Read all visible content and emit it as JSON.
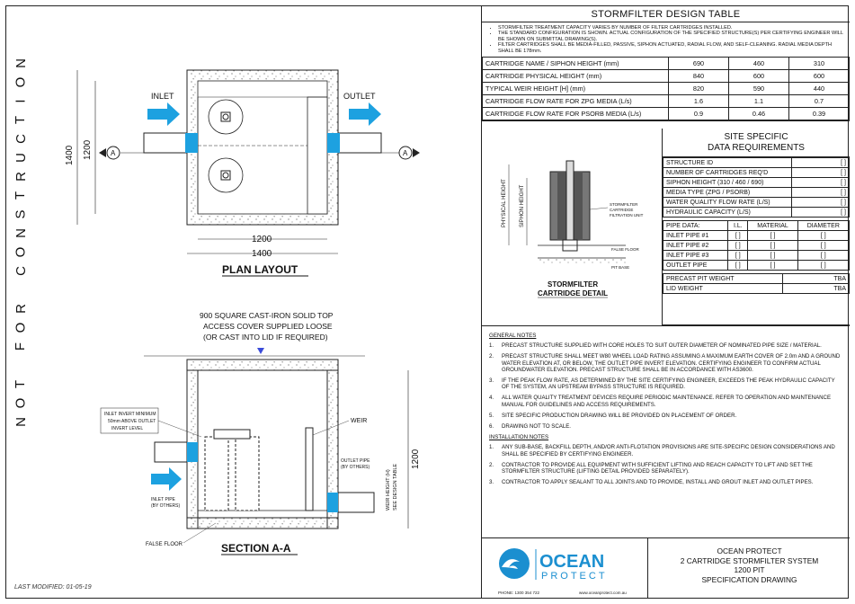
{
  "side_text": [
    "N",
    "O",
    "T",
    " ",
    "F",
    "O",
    "R",
    " ",
    "C",
    "O",
    "N",
    "S",
    "T",
    "R",
    "U",
    "C",
    "T",
    "I",
    "O",
    "N"
  ],
  "last_modified": "LAST MODIFIED: 01-05-19",
  "plan": {
    "inlet": "INLET",
    "outlet": "OUTLET",
    "dim_1400_v": "1400",
    "dim_1200_v": "1200",
    "dim_1200_h": "1200",
    "dim_1400_h": "1400",
    "section_marker": "A",
    "title": "PLAN LAYOUT"
  },
  "section": {
    "cover_note_1": "900 SQUARE CAST-IRON SOLID TOP",
    "cover_note_2": "ACCESS COVER SUPPLIED LOOSE",
    "cover_note_3": "(OR CAST INTO LID IF REQUIRED)",
    "inlet_invert_1": "INLET INVERT MINIMUM",
    "inlet_invert_2": "50mm ABOVE OUTLET",
    "inlet_invert_3": "INVERT LEVEL",
    "weir": "WEIR",
    "outlet_pipe_1": "OUTLET PIPE",
    "outlet_pipe_2": "(BY OTHERS)",
    "inlet_pipe_1": "INLET PIPE",
    "inlet_pipe_2": "(BY OTHERS)",
    "weir_height_1": "WEIR HEIGHT (H)",
    "weir_height_2": "SEE DESIGN TABLE",
    "dim_1200": "1200",
    "false_floor": "FALSE FLOOR",
    "title": "SECTION A-A"
  },
  "design_table": {
    "title": "STORMFILTER DESIGN TABLE",
    "notes": [
      "STORMFILTER TREATMENT CAPACITY VARIES BY NUMBER OF FILTER CARTRIDGES INSTALLED.",
      "THE STANDARD CONFIGURATION IS SHOWN.  ACTUAL CONFIGURATION OF THE SPECIFIED STRUCTURE(S) PER CERTIFYING ENGINEER WILL BE SHOWN ON SUBMITTAL DRAWING(S).",
      "FILTER CARTRIDGES SHALL BE MEDIA-FILLED, PASSIVE, SIPHON ACTUATED, RADIAL FLOW, AND SELF-CLEANING. RADIAL MEDIA DEPTH SHALL BE 178mm."
    ],
    "rows": [
      {
        "label": "CARTRIDGE NAME / SIPHON HEIGHT (mm)",
        "v1": "690",
        "v2": "460",
        "v3": "310"
      },
      {
        "label": "CARTRIDGE PHYSICAL HEIGHT (mm)",
        "v1": "840",
        "v2": "600",
        "v3": "600"
      },
      {
        "label": "TYPICAL WEIR HEIGHT [H] (mm)",
        "v1": "820",
        "v2": "590",
        "v3": "440"
      },
      {
        "label": "CARTRIDGE FLOW RATE FOR ZPG MEDIA (L/s)",
        "v1": "1.6",
        "v2": "1.1",
        "v3": "0.7"
      },
      {
        "label": "CARTRIDGE FLOW RATE FOR PSORB MEDIA (L/s)",
        "v1": "0.9",
        "v2": "0.46",
        "v3": "0.39"
      }
    ]
  },
  "cartridge": {
    "physical_height": "PHYSICAL HEIGHT",
    "siphon_height": "SIPHON HEIGHT",
    "unit_1": "STORMFILTER",
    "unit_2": "CARTRIDGE",
    "unit_3": "FILTRATION UNIT",
    "false_floor": "FALSE FLOOR",
    "pit_base": "PIT BASE",
    "title_1": "STORMFILTER",
    "title_2": "CARTRIDGE DETAIL"
  },
  "site": {
    "title_1": "SITE SPECIFIC",
    "title_2": "DATA REQUIREMENTS",
    "rows": [
      {
        "label": "STRUCTURE ID",
        "value": "[               ]"
      },
      {
        "label": "NUMBER OF CARTRIDGES REQ'D",
        "value": "[               ]"
      },
      {
        "label": "SIPHON HEIGHT (310 / 460 / 690)",
        "value": "[               ]"
      },
      {
        "label": "MEDIA TYPE (ZPG / PSORB)",
        "value": "[               ]"
      },
      {
        "label": "WATER QUALITY FLOW RATE (L/S)",
        "value": "[               ]"
      },
      {
        "label": "HYDRAULIC CAPACITY (L/S)",
        "value": "[               ]"
      }
    ],
    "pipe_header": {
      "label": "PIPE DATA:",
      "il": "I.L.",
      "material": "MATERIAL",
      "diameter": "DIAMETER"
    },
    "pipes": [
      {
        "label": "INLET PIPE #1",
        "il": "[          ]",
        "material": "[          ]",
        "diameter": "[          ]"
      },
      {
        "label": "INLET PIPE #2",
        "il": "[          ]",
        "material": "[          ]",
        "diameter": "[          ]"
      },
      {
        "label": "INLET PIPE #3",
        "il": "[          ]",
        "material": "[          ]",
        "diameter": "[          ]"
      },
      {
        "label": "OUTLET PIPE",
        "il": "[          ]",
        "material": "[          ]",
        "diameter": "[          ]"
      }
    ],
    "weights": [
      {
        "label": "PRECAST PIT WEIGHT",
        "value": "TBA"
      },
      {
        "label": "LID WEIGHT",
        "value": "TBA"
      }
    ]
  },
  "general_notes": {
    "title": "GENERAL NOTES",
    "items": [
      {
        "n": "1.",
        "text": "PRECAST STRUCTURE SUPPLIED WITH CORE HOLES TO SUIT OUTER DIAMETER OF NOMINATED PIPE SIZE / MATERIAL."
      },
      {
        "n": "2.",
        "text": "PRECAST STRUCTURE SHALL MEET W80 WHEEL LOAD RATING ASSUMING A MAXIMUM EARTH COVER OF 2.0m AND A GROUND WATER ELEVATION AT, OR BELOW, THE OUTLET PIPE INVERT ELEVATION. CERTIFYING ENGINEER TO CONFIRM ACTUAL GROUNDWATER ELEVATION. PRECAST STRUCTURE SHALL BE IN ACCORDANCE WITH AS3600."
      },
      {
        "n": "3.",
        "text": "IF THE PEAK FLOW RATE, AS DETERMINED BY THE SITE CERTIFYING ENGINEER, EXCEEDS THE PEAK HYDRAULIC CAPACITY OF THE SYSTEM, AN UPSTREAM BYPASS STRUCTURE IS REQUIRED."
      },
      {
        "n": "4.",
        "text": "ALL WATER QUALITY TREATMENT DEVICES REQUIRE PERIODIC MAINTENANCE. REFER TO OPERATION AND MAINTENANCE MANUAL FOR GUIDELINES AND ACCESS REQUIREMENTS."
      },
      {
        "n": "5.",
        "text": "SITE SPECIFIC PRODUCTION DRAWING WILL BE PROVIDED ON PLACEMENT OF ORDER."
      },
      {
        "n": "6.",
        "text": "DRAWING NOT TO SCALE."
      }
    ]
  },
  "installation_notes": {
    "title": "INSTALLATION NOTES",
    "items": [
      {
        "n": "1.",
        "text": "ANY SUB-BASE, BACKFILL DEPTH, AND/OR ANTI-FLOTATION PROVISIONS ARE SITE-SPECIFIC DESIGN CONSIDERATIONS AND SHALL BE SPECIFIED BY CERTIFYING ENGINEER."
      },
      {
        "n": "2.",
        "text": "CONTRACTOR TO PROVIDE ALL EQUIPMENT WITH SUFFICIENT LIFTING AND REACH CAPACITY TO LIFT AND SET THE STORMFILTER STRUCTURE (LIFTING DETAIL PROVIDED SEPARATELY)."
      },
      {
        "n": "3.",
        "text": "CONTRACTOR TO APPLY SEALANT TO ALL JOINTS AND TO PROVIDE, INSTALL AND GROUT INLET AND OUTLET PIPES."
      }
    ]
  },
  "title_block": {
    "logo_top": "OCEAN",
    "logo_bottom": "PROTECT",
    "phone": "PHONE: 1300 354 722",
    "web": "www.oceanprotect.com.au",
    "company": "OCEAN PROTECT",
    "line_2": "2 CARTRIDGE STORMFILTER SYSTEM",
    "line_3": "1200 PIT",
    "line_4": "SPECIFICATION DRAWING"
  },
  "colors": {
    "accent_blue": "#1da1e0",
    "logo_blue": "#1b8fd0",
    "line": "#222222"
  }
}
